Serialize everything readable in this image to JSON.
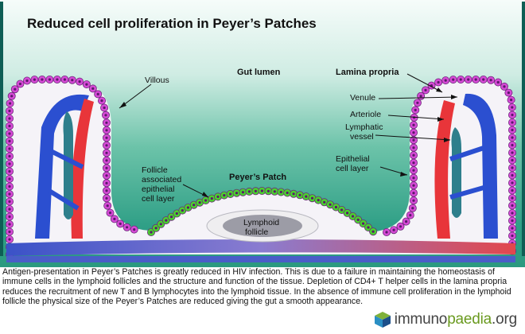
{
  "title": "Reduced cell proliferation in Peyer’s Patches",
  "labels": {
    "gut_lumen": "Gut lumen",
    "lamina_propria": "Lamina propria",
    "villous": "Villous",
    "venule": "Venule",
    "arteriole": "Arteriole",
    "lymphatic_vessel_1": "Lymphatic",
    "lymphatic_vessel_2": "vessel",
    "epithelial_1": "Epithelial",
    "epithelial_2": "cell layer",
    "follicle_1": "Follicle",
    "follicle_2": "associated",
    "follicle_3": "epithelial",
    "follicle_4": "cell layer",
    "peyers_patch": "Peyer’s Patch",
    "lymphoid_1": "Lymphoid",
    "lymphoid_2": "follicle"
  },
  "caption": "Antigen-presentation in Peyer’s Patches is greatly reduced in HIV infection. This is due to a failure in maintaining the homeostasis of immune cells in the lymphoid follicles and the structure and function of the tissue. Depletion of CD4+ T helper cells in the lamina propria reduces the recruitment of new T and B lymphocytes into the lymphoid tissue. In the absence of immune cell proliferation in the lymphoid follicle the physical size of the Peyer’s Patches are reduced giving the gut a smooth appearance.",
  "brand": {
    "part1": "immuno",
    "part2": "paedia",
    "part3": ".org"
  },
  "colors": {
    "background_top": "#c9e9e0",
    "background_mid": "#2fa688",
    "epithelium": "#d64ad6",
    "follicle_epithelium": "#4ad22e",
    "arteriole": "#e8353a",
    "venule": "#2b4fd0",
    "lymphatic": "#2e7f8c"
  }
}
